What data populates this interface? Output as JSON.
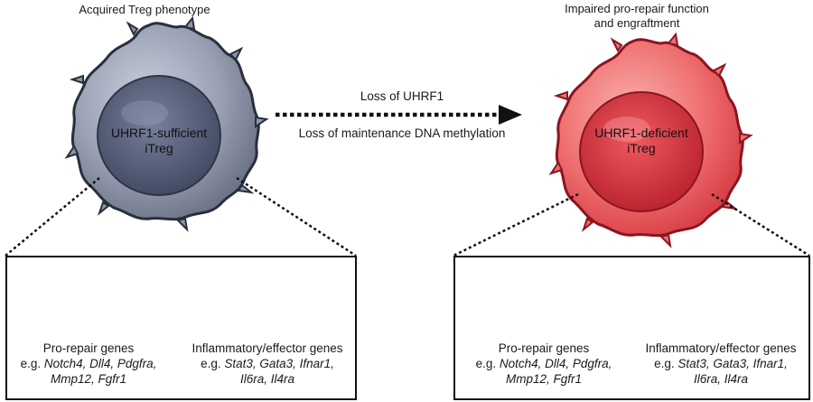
{
  "left_cell": {
    "title": "Acquired Treg phenotype",
    "label_line1": "UHRF1-sufficient",
    "label_line2": "iTreg"
  },
  "right_cell": {
    "title_line1": "Impaired pro-repair function",
    "title_line2": "and engraftment",
    "label_line1": "UHRF1-deficient",
    "label_line2": "iTreg"
  },
  "transition": {
    "line1": "Loss of UHRF1",
    "line2": "Loss of maintenance DNA methylation"
  },
  "left_panel": {
    "pro_repair": {
      "name": "Pro-repair genes",
      "prefix": "e.g. ",
      "examples_line1": "Notch4, Dll4, Pdgfra,",
      "examples_line2": "Mmp12, Fgfr1",
      "expressed": true
    },
    "inflammatory": {
      "name": "Inflammatory/effector genes",
      "prefix": "e.g. ",
      "examples_line1": "Stat3, Gata3, Ifnar1,",
      "examples_line2": "Il6ra, Il4ra",
      "expressed": false
    }
  },
  "right_panel": {
    "pro_repair": {
      "name": "Pro-repair genes",
      "prefix": "e.g. ",
      "examples_line1": "Notch4, Dll4, Pdgfra,",
      "examples_line2": "Mmp12, Fgfr1",
      "expressed": false
    },
    "inflammatory": {
      "name": "Inflammatory/effector genes",
      "prefix": "e.g. ",
      "examples_line1": "Stat3, Gata3, Ifnar1,",
      "examples_line2": "Il6ra, Il4ra",
      "expressed": true
    }
  },
  "colors": {
    "sufficient_cell": "#8e96ab",
    "sufficient_nucleus": "#4d5670",
    "deficient_cell": "#ef6f6f",
    "deficient_nucleus": "#c8323c",
    "gene_bar": "#b8bfe6",
    "arrow_green": "#3aa64a",
    "cross_red": "#c8283c"
  }
}
